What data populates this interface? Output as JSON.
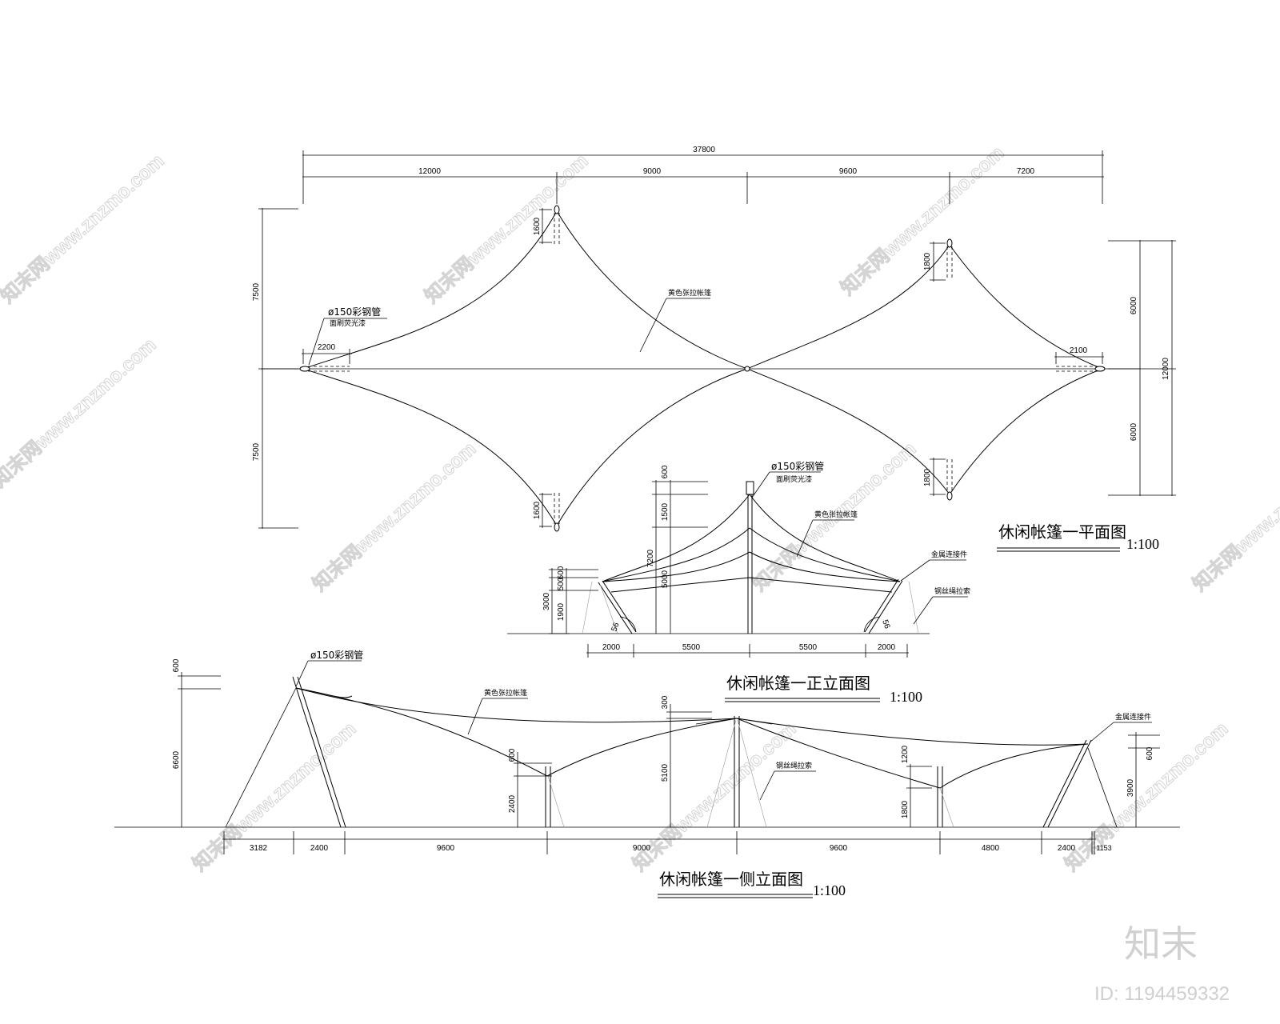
{
  "plan": {
    "title": "休闲帐篷一平面图",
    "scale": "1:100",
    "overall_dim": "37800",
    "top_dims": [
      "12000",
      "9000",
      "9600",
      "7200"
    ],
    "left_dims": [
      "7500",
      "7500"
    ],
    "right_dims": [
      "6000",
      "6000"
    ],
    "right_total": "12000",
    "mast_offset_dims": [
      "1600",
      "1600",
      "1800",
      "1800"
    ],
    "end_dims": [
      "2200",
      "2100"
    ],
    "pipe_label": "ø150彩钢管",
    "pipe_note": "面刷荧光漆",
    "membrane_label": "黄色张拉帐篷"
  },
  "front": {
    "title": "休闲帐篷一正立面图",
    "scale": "1:100",
    "bottom_dims": [
      "2000",
      "5500",
      "5500",
      "2000"
    ],
    "left_dims": [
      "3000",
      "1900",
      "500",
      "600"
    ],
    "center_dims": [
      "600",
      "1500",
      "7200",
      "5000"
    ],
    "angle": "56",
    "pipe_label": "ø150彩钢管",
    "pipe_note": "面刷荧光漆",
    "membrane_label": "黄色张拉帐篷",
    "connector_label": "金属连接件",
    "cable_label": "钢丝绳拉索"
  },
  "side": {
    "title": "休闲帐篷一侧立面图",
    "scale": "1:100",
    "bottom_dims": [
      "3182",
      "2400",
      "9600",
      "9000",
      "9600",
      "4800",
      "2400",
      "1153"
    ],
    "left_dims": [
      "600",
      "6600"
    ],
    "mid_dims": [
      "600",
      "2400"
    ],
    "center_dims": [
      "300",
      "5100"
    ],
    "right_mid_dims": [
      "1200",
      "1800"
    ],
    "right_dims": [
      "600",
      "3900"
    ],
    "pipe_label": "ø150彩钢管",
    "membrane_label": "黄色张拉帐篷",
    "cable_label": "钢丝绳拉索",
    "connector_label": "金属连接件"
  },
  "watermark": {
    "text": "知末网www.znzmo.com",
    "brand": "知末",
    "id": "ID: 1194459332"
  }
}
